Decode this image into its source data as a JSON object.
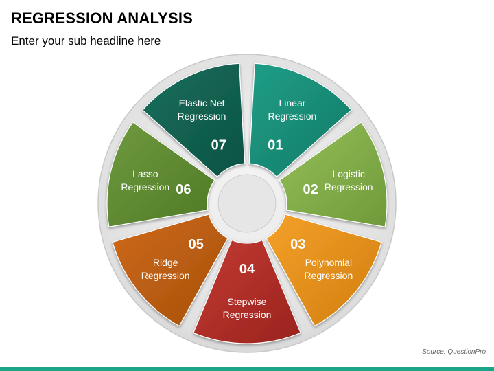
{
  "header": {
    "title": "REGRESSION ANALYSIS",
    "subtitle": "Enter your sub headline here"
  },
  "footer": {
    "source": "Source: QuestionPro",
    "accent_color": "#1aa488"
  },
  "wheel": {
    "ring_color": "#e3e3e3",
    "segments": [
      {
        "number": "01",
        "line1": "Linear",
        "line2": "Regression",
        "color": "#1f9e87",
        "dark": "#137a66"
      },
      {
        "number": "02",
        "line1": "Logistic",
        "line2": "Regression",
        "color": "#95bf5a",
        "dark": "#6f9a39"
      },
      {
        "number": "03",
        "line1": "Polynomial",
        "line2": "Regression",
        "color": "#f4a12a",
        "dark": "#d07d10"
      },
      {
        "number": "04",
        "line1": "Stepwise",
        "line2": "Regression",
        "color": "#c33a33",
        "dark": "#99231d"
      },
      {
        "number": "05",
        "line1": "Ridge",
        "line2": "Regression",
        "color": "#cf6a1a",
        "dark": "#a5500b"
      },
      {
        "number": "06",
        "line1": "Lasso",
        "line2": "Regression",
        "color": "#6f9a3f",
        "dark": "#4f7a26"
      },
      {
        "number": "07",
        "line1": "Elastic Net",
        "line2": "Regression",
        "color": "#176e5c",
        "dark": "#0d5344"
      }
    ]
  }
}
